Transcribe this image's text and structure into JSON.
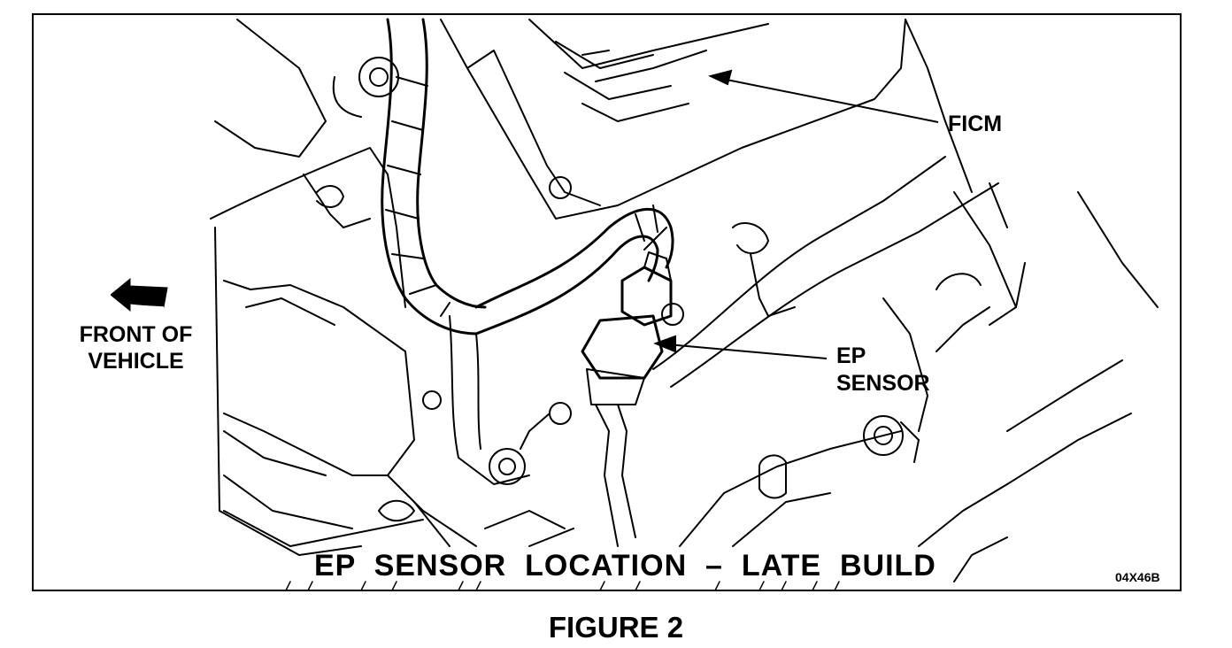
{
  "labels": {
    "ficm": "FICM",
    "ep_sensor_line1": "EP",
    "ep_sensor_line2": "SENSOR",
    "front_line1": "FRONT OF",
    "front_line2": "VEHICLE",
    "caption": "EP  SENSOR  LOCATION  –  LATE  BUILD",
    "drawing_code": "04X46B",
    "figure_title": "FIGURE 2"
  },
  "icons": {
    "direction_arrow": "left-arrow-icon"
  }
}
